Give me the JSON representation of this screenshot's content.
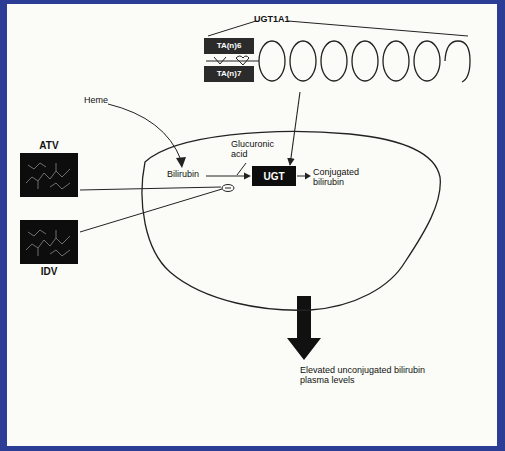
{
  "diagram": {
    "nodes": [
      {
        "text": [
          "UGT1A1"
        ]
      },
      {
        "text": [
          "TA(n)6"
        ],
        "in": 0
      },
      {
        "text": [
          "TA(n)7"
        ],
        "in": 0
      },
      {
        "text": [
          "ATV"
        ]
      },
      {
        "text": [
          "Bilirubin",
          "Glucuronic acid",
          "Conjugated bilirubin"
        ]
      },
      {
        "text": [
          "UGT"
        ],
        "in": 4
      },
      {
        "text": [
          "IDV"
        ]
      }
    ],
    "edges": [
      {
        "from": 0,
        "to": 5,
        "arrow": "to"
      }
    ],
    "labels": [
      "Heme",
      "Elevated unconjugated bilirubin plasma levels"
    ]
  }
}
